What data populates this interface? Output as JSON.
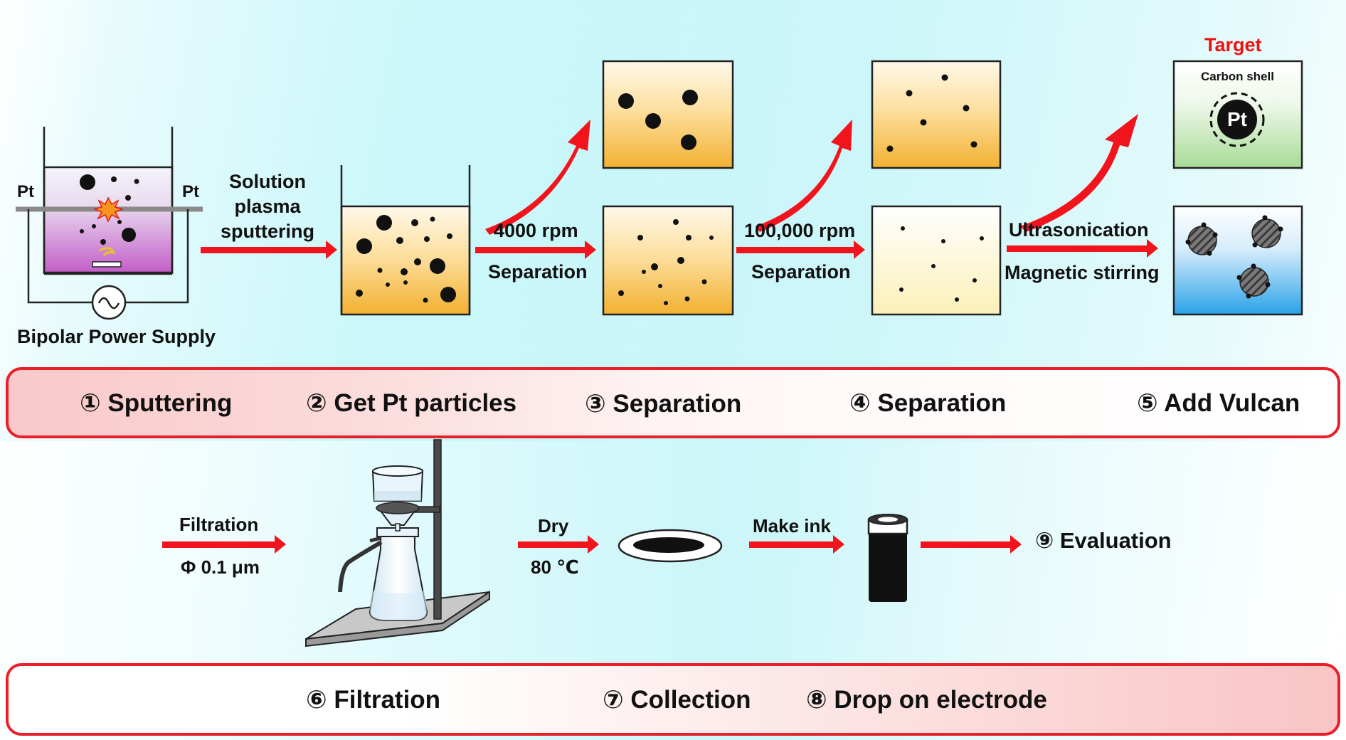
{
  "labels": {
    "pt_left": "Pt",
    "pt_right": "Pt",
    "bipolar": "Bipolar Power Supply",
    "solution_line1": "Solution",
    "solution_line2": "plasma",
    "solution_line3": "sputtering",
    "rpm1": "4000 rpm",
    "sep1": "Separation",
    "rpm2": "100,000 rpm",
    "sep2": "Separation",
    "ultra": "Ultrasonication",
    "stirring": "Magnetic stirring",
    "target": "Target",
    "carbon_shell": "Carbon shell",
    "pt_core": "Pt",
    "filtration": "Filtration",
    "phi": "Φ 0.1 μm",
    "dry": "Dry",
    "temp": "80 ℃",
    "make_ink": "Make ink",
    "evaluation": "⑨ Evaluation"
  },
  "steps_top": [
    "① Sputtering",
    "② Get Pt particles",
    "③ Separation",
    "④ Separation",
    "⑤  Add Vulcan"
  ],
  "steps_bottom": [
    "⑥ Filtration",
    "⑦ Collection",
    "⑧ Drop on electrode"
  ],
  "colors": {
    "arrow": "#f2141c",
    "banner_border": "#e8202a",
    "target_text": "#ee1111"
  }
}
